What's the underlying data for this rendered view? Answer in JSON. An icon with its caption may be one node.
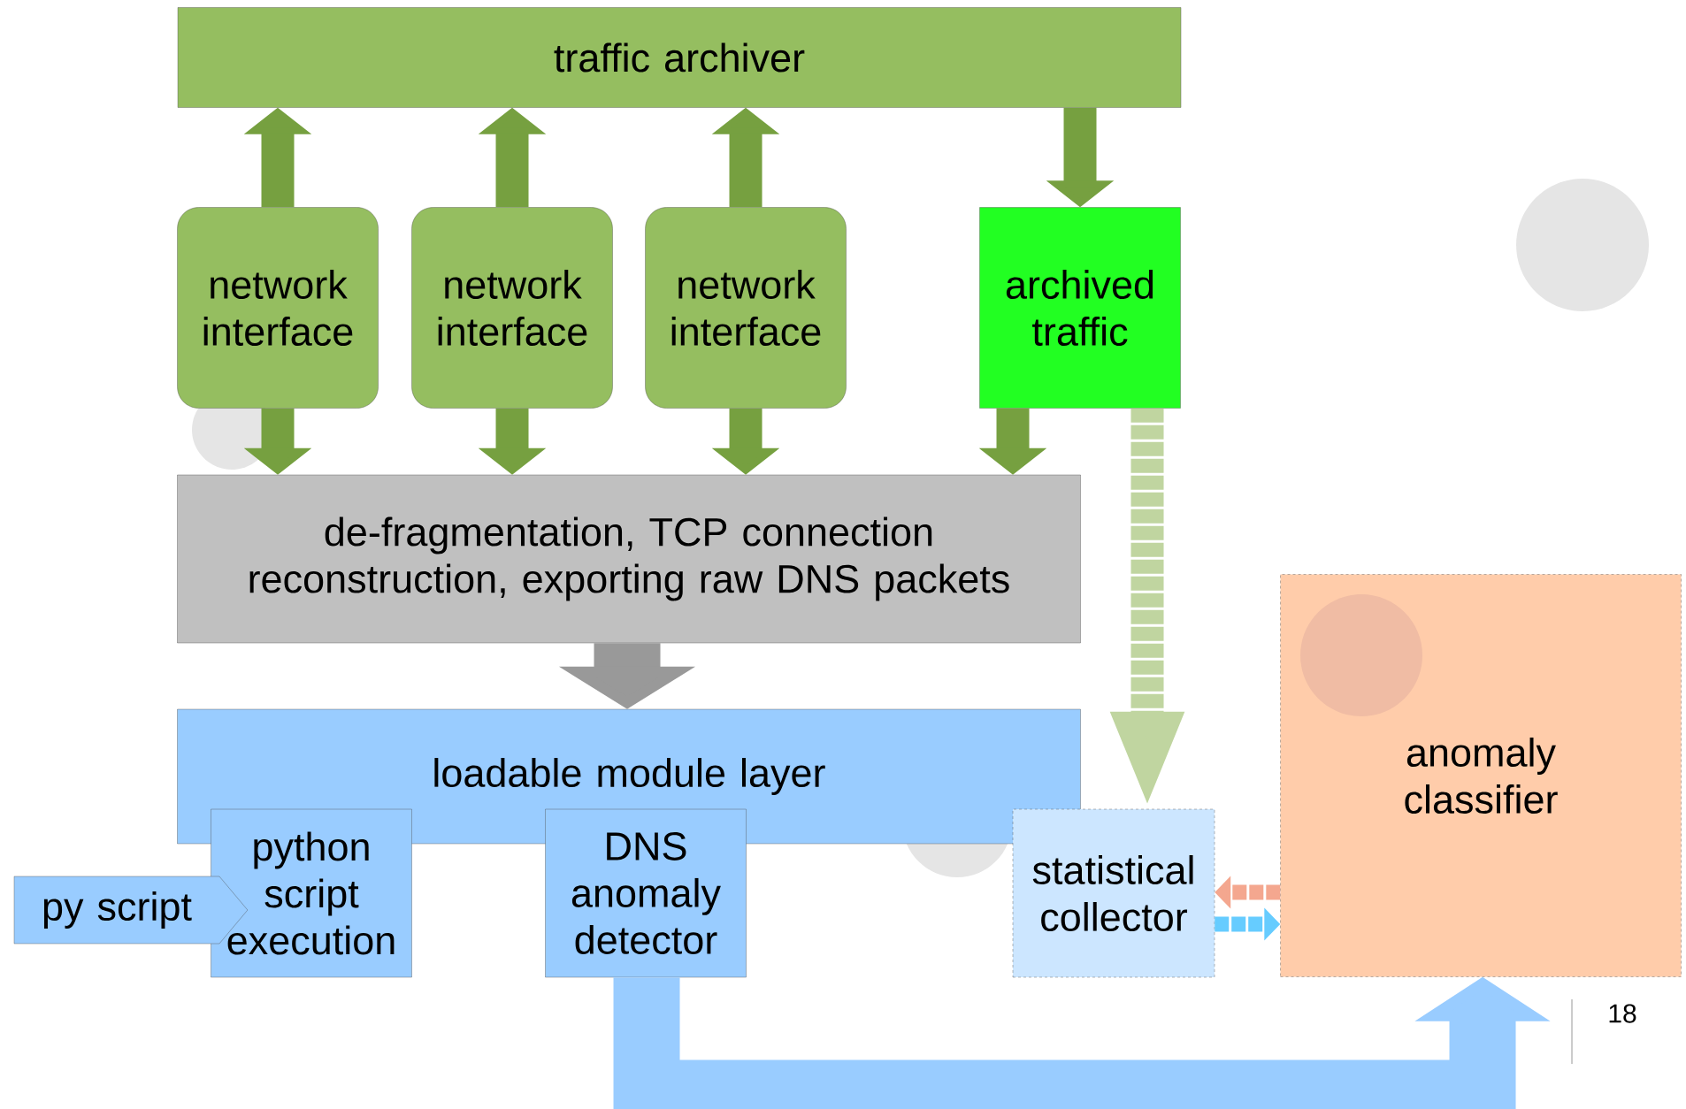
{
  "diagram": {
    "nodes": [
      {
        "text": [
          "traffic archiver"
        ]
      },
      {
        "text": [
          "network interface"
        ]
      },
      {
        "text": [
          "network interface"
        ]
      },
      {
        "text": [
          "network interface"
        ]
      },
      {
        "text": [
          "archived traffic"
        ]
      },
      {
        "text": [
          "de-fragmentation, TCP connection reconstruction, exporting raw DNS packets"
        ]
      },
      {
        "text": [
          "loadable module layer"
        ]
      },
      {
        "text": [
          "python script execution"
        ]
      },
      {
        "text": [
          "DNS anomaly detector"
        ]
      },
      {
        "text": [
          "py script"
        ]
      },
      {
        "text": [
          "statistical collector"
        ]
      },
      {
        "text": [
          "anomaly classifier"
        ]
      }
    ],
    "edges": [
      {
        "from": 1,
        "to": 0,
        "arrow": "to"
      },
      {
        "from": 2,
        "to": 0,
        "arrow": "to"
      },
      {
        "from": 3,
        "to": 0,
        "arrow": "to"
      },
      {
        "from": 0,
        "to": 4,
        "arrow": "to"
      },
      {
        "from": 1,
        "to": 5,
        "arrow": "to"
      },
      {
        "from": 2,
        "to": 5,
        "arrow": "to"
      },
      {
        "from": 3,
        "to": 5,
        "arrow": "to"
      },
      {
        "from": 4,
        "to": 5,
        "arrow": "to"
      },
      {
        "from": 5,
        "to": 6,
        "arrow": "to",
        "style": "thick",
        "color": "#999999"
      },
      {
        "from": 4,
        "to": 10,
        "arrow": "to",
        "style": "dashed",
        "color": "#c0d5a0"
      },
      {
        "from": 11,
        "to": 10,
        "arrow": "to",
        "style": "dashed",
        "color": "#f4a78f"
      },
      {
        "from": 10,
        "to": 11,
        "arrow": "to",
        "style": "dashed",
        "color": "#66ccff"
      },
      {
        "from": 8,
        "to": 11,
        "arrow": "to",
        "style": "thick",
        "color": "#99ccff"
      }
    ],
    "labels": [
      "18"
    ]
  }
}
